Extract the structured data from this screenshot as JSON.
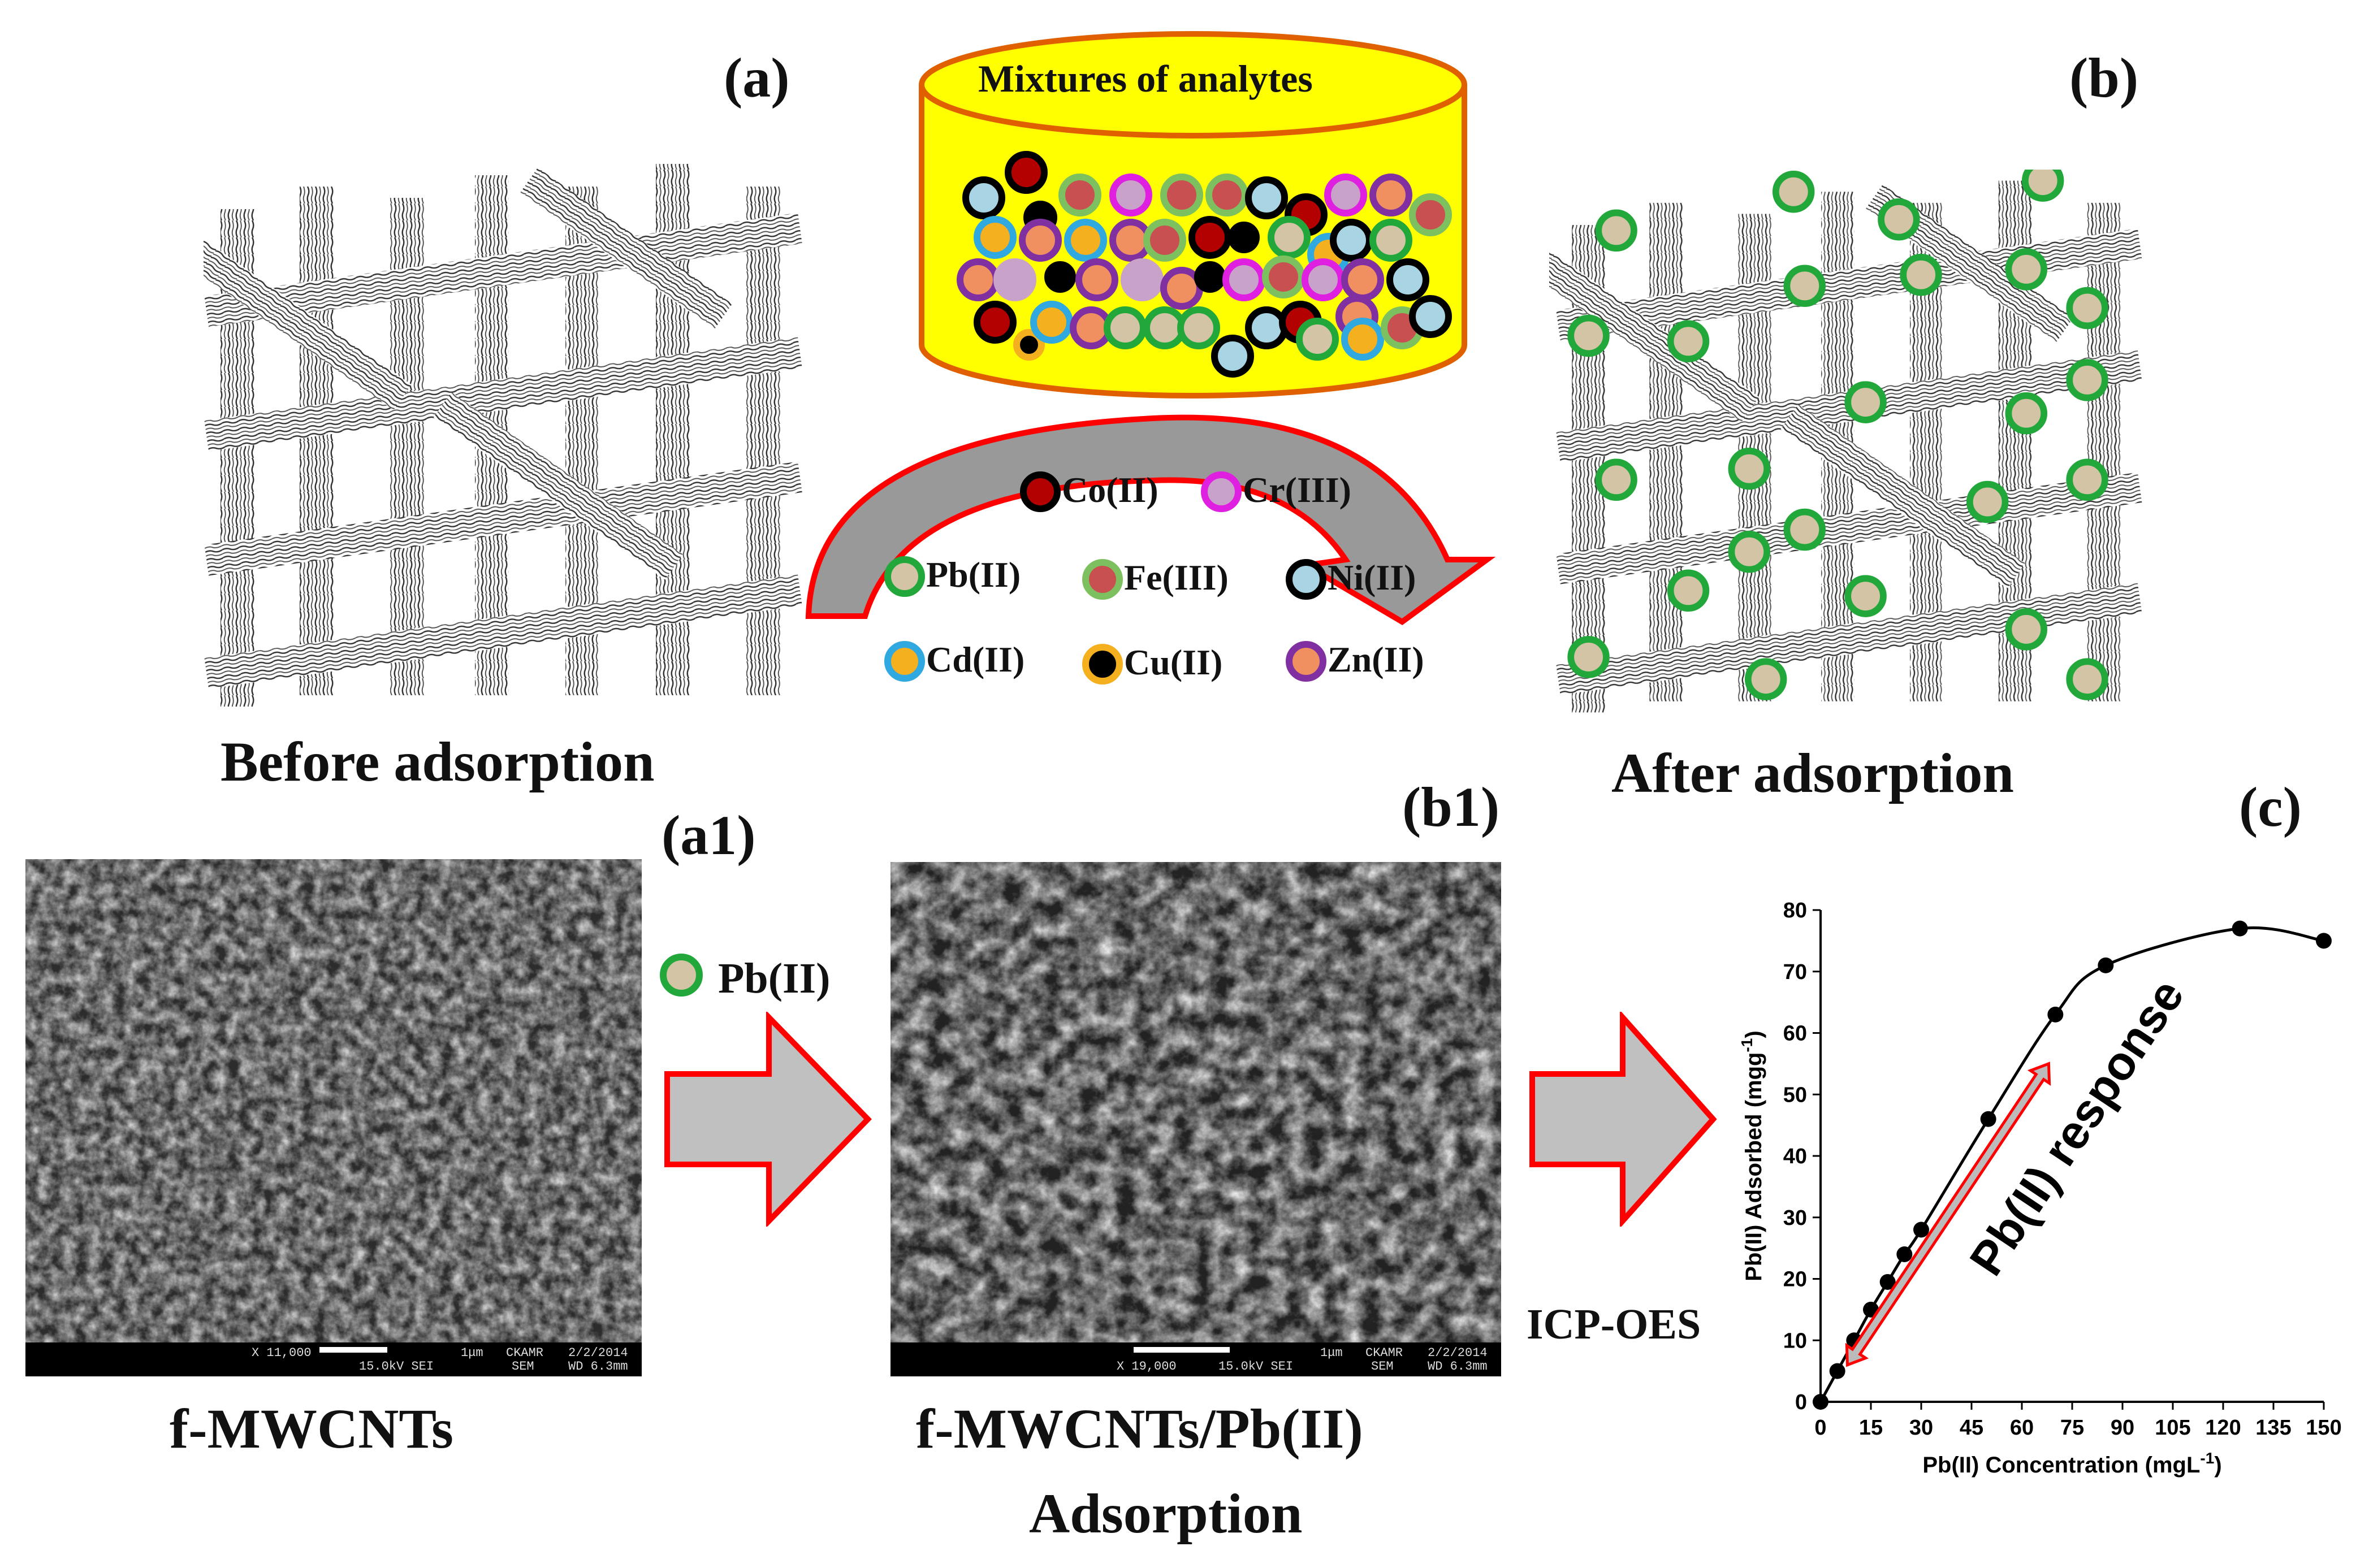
{
  "panel_labels": {
    "a": "(a)",
    "b": "(b)",
    "a1": "(a1)",
    "b1": "(b1)",
    "c": "(c)"
  },
  "container_title": "Mixtures of analytes",
  "captions": {
    "before": "Before adsorption",
    "after": "After adsorption",
    "sem1": "f-MWCNTs",
    "sem2_line1": "f-MWCNTs/Pb(II)",
    "sem2_line2": "Adsorption"
  },
  "legend_ions": [
    {
      "label": "Co(II)",
      "fill": "#b30000",
      "ring": "#000000"
    },
    {
      "label": "Cr(III)",
      "fill": "#c8a2c8",
      "ring": "#e020e0"
    },
    {
      "label": "Pb(II)",
      "fill": "#d2c4a4",
      "ring": "#22a83a"
    },
    {
      "label": "Fe(III)",
      "fill": "#c85050",
      "ring": "#7cc060"
    },
    {
      "label": "Ni(II)",
      "fill": "#a8d4e4",
      "ring": "#000000"
    },
    {
      "label": "Cd(II)",
      "fill": "#f5b020",
      "ring": "#30a8e0"
    },
    {
      "label": "Cu(II)",
      "fill": "#000000",
      "ring": "#f5b020"
    },
    {
      "label": "Zn(II)",
      "fill": "#f09060",
      "ring": "#8030a0"
    }
  ],
  "pb_marker_label": "Pb(II)",
  "icp_label": "ICP-OES",
  "sem_bars": [
    {
      "scale": "1μm",
      "mag": "X 11,000",
      "kv": "15.0kV SEI",
      "inst": "CKAMR",
      "mode": "SEM",
      "date": "2/2/2014",
      "wd": "WD 6.3mm"
    },
    {
      "scale": "1μm",
      "mag": "X 19,000",
      "kv": "15.0kV SEI",
      "inst": "CKAMR",
      "mode": "SEM",
      "date": "2/2/2014",
      "wd": "WD 6.3mm"
    }
  ],
  "colors": {
    "arrow_outline": "#ff0000",
    "arrow_fill": "#c0c0c0",
    "container_fill": "#ffff00",
    "container_stroke": "#e06000",
    "pb_ring": "#22a83a",
    "pb_fill": "#d2c4a4"
  },
  "chart_data": {
    "type": "line",
    "xlabel": "Pb(II) Concentration (mgL-1)",
    "ylabel": "Pb(II) Adsorbed (mgg-1)",
    "annotation": "Pb(II) response",
    "xlim": [
      0,
      150
    ],
    "ylim": [
      0,
      80
    ],
    "xticks": [
      0,
      15,
      30,
      45,
      60,
      75,
      90,
      105,
      120,
      135,
      150
    ],
    "yticks": [
      0,
      10,
      20,
      30,
      40,
      50,
      60,
      70,
      80
    ],
    "grid": false,
    "series": [
      {
        "x": [
          0,
          5,
          10,
          15,
          20,
          25,
          30,
          50,
          70,
          85,
          125,
          150
        ],
        "y": [
          0,
          5,
          10,
          15,
          19.5,
          24,
          28,
          46,
          63,
          71,
          77,
          75
        ]
      }
    ]
  }
}
